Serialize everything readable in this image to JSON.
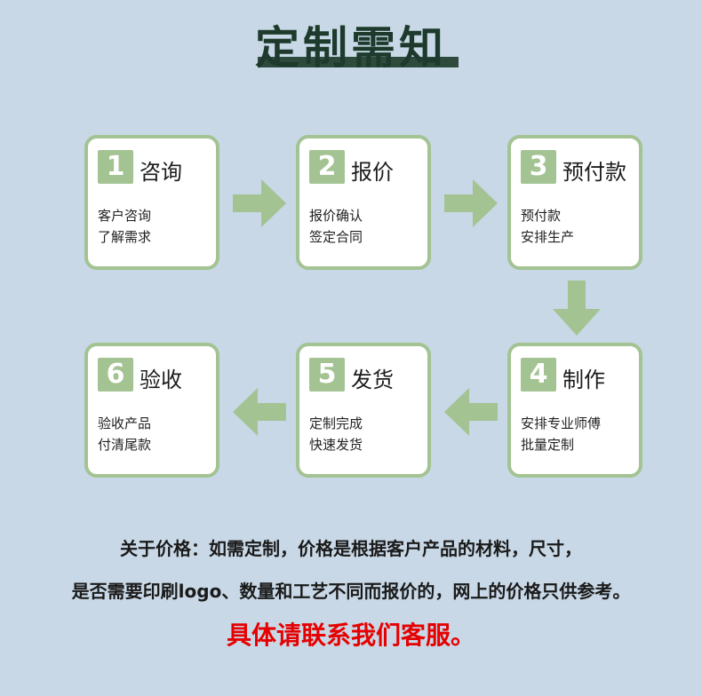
{
  "title": "定制需知",
  "steps": [
    {
      "num": "1",
      "title": "咨询",
      "line1": "客户咨询",
      "line2": "了解需求"
    },
    {
      "num": "2",
      "title": "报价",
      "line1": "报价确认",
      "line2": "签定合同"
    },
    {
      "num": "3",
      "title": "预付款",
      "line1": "预付款",
      "line2": "安排生产"
    },
    {
      "num": "4",
      "title": "制作",
      "line1": "安排专业师傅",
      "line2": "批量定制"
    },
    {
      "num": "5",
      "title": "发货",
      "line1": "定制完成",
      "line2": "快速发货"
    },
    {
      "num": "6",
      "title": "验收",
      "line1": "验收产品",
      "line2": "付清尾款"
    }
  ],
  "notes": {
    "line1": "关于价格：如需定制，价格是根据客户产品的材料，尺寸，",
    "line2": "是否需要印刷logo、数量和工艺不同而报价的，网上的价格只供参考。",
    "highlight": "具体请联系我们客服。"
  },
  "colors": {
    "background": "#c8d8e6",
    "accent": "#a3c393",
    "title": "#1d3a2c",
    "highlight": "#e60000"
  },
  "icons": [
    "arrow-right-icon",
    "arrow-down-icon",
    "arrow-left-icon"
  ]
}
